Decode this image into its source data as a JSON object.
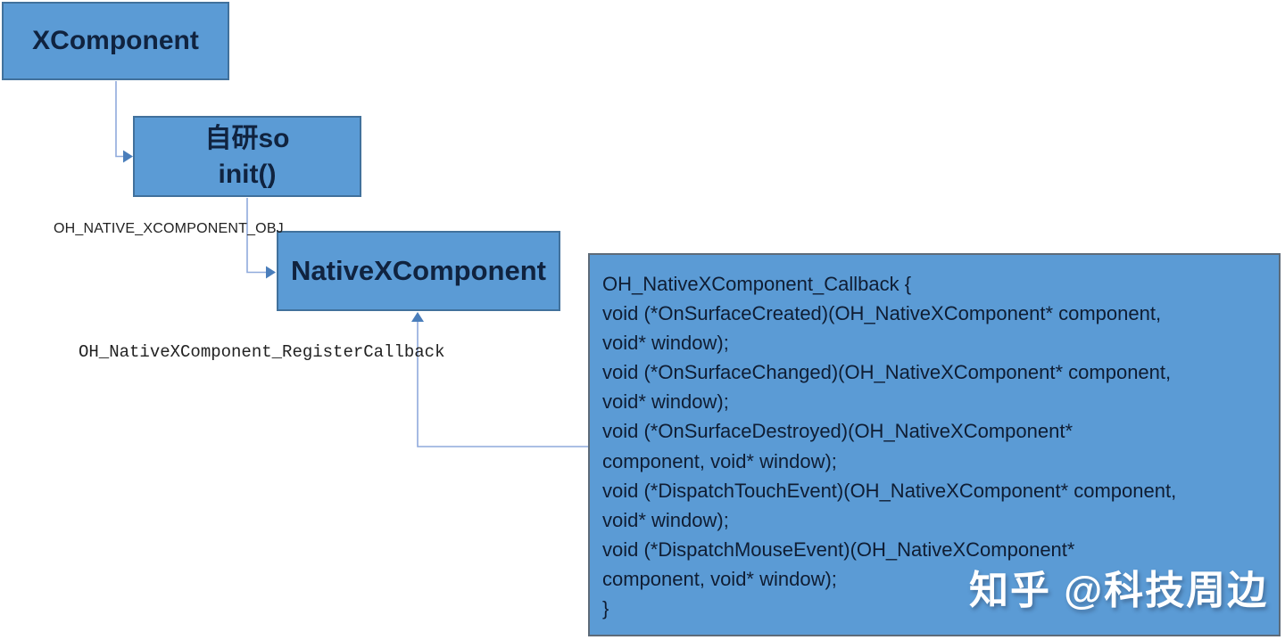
{
  "diagram": {
    "boxes": {
      "xcomponent": {
        "label": "XComponent"
      },
      "so_init": {
        "line1": "自研so",
        "line2": "init()"
      },
      "native_xcomponent": {
        "label": "NativeXComponent"
      },
      "callback": {
        "lines": [
          "OH_NativeXComponent_Callback {",
          "void (*OnSurfaceCreated)(OH_NativeXComponent* component,",
          "void* window);",
          "void (*OnSurfaceChanged)(OH_NativeXComponent* component,",
          "void* window);",
          "void (*OnSurfaceDestroyed)(OH_NativeXComponent*",
          "component, void* window);",
          "void (*DispatchTouchEvent)(OH_NativeXComponent* component,",
          "void* window);",
          "void (*DispatchMouseEvent)(OH_NativeXComponent*",
          "component, void* window);",
          "}"
        ]
      }
    },
    "edge_labels": {
      "obj": "OH_NATIVE_XCOMPONENT_OBJ",
      "register": "OH_NativeXComponent_RegisterCallback"
    },
    "watermark": "知乎 @科技周边",
    "colors": {
      "box_fill": "#5b9bd5",
      "box_border_blue": "#41719c",
      "box_border_gray": "#5d6b79",
      "connector_line": "#8faadc",
      "arrowhead": "#4a7ebb",
      "text_dark": "#10233f",
      "label_text": "#222222",
      "watermark_text": "#ffffff",
      "background": "#ffffff"
    }
  }
}
